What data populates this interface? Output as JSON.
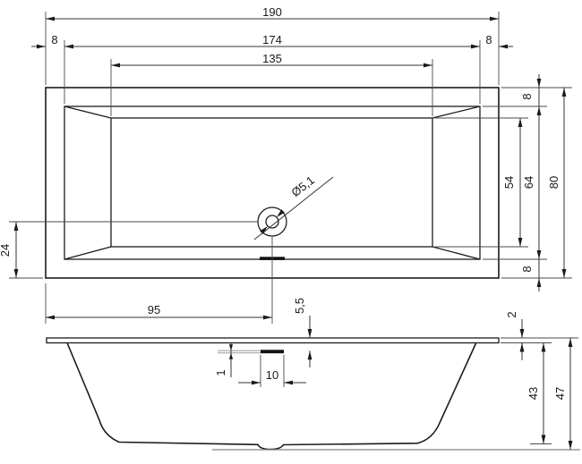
{
  "drawing": {
    "title": "bathtub dimensional drawing",
    "plan": {
      "dims": {
        "overall_length": "190",
        "rim_left": "8",
        "inner_length": "174",
        "basin_length": "135",
        "rim_top": "8",
        "basin_width": "54",
        "inner_width": "64",
        "overall_width": "80",
        "rim_bottom": "8",
        "drain_from_edge": "24",
        "drain_from_left": "95",
        "drain_diameter": "Ø5,1"
      }
    },
    "side": {
      "dims": {
        "rim_thickness": "2",
        "recess_depth": "1",
        "slot_length": "10",
        "slot_below_rim": "5,5",
        "depth_below_rim": "43",
        "total_height": "47"
      }
    }
  }
}
